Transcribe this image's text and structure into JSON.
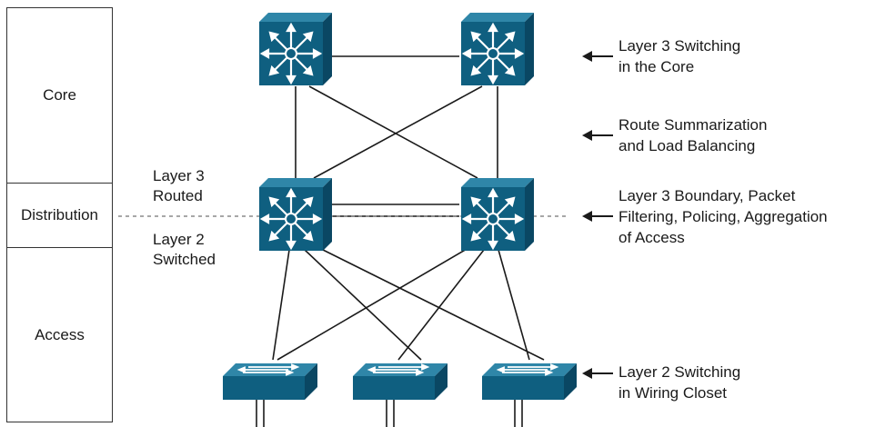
{
  "tiers": [
    {
      "id": "core",
      "label": "Core"
    },
    {
      "id": "distribution",
      "label": "Distribution"
    },
    {
      "id": "access",
      "label": "Access"
    }
  ],
  "boundary_labels": {
    "above": "Layer 3\nRouted",
    "below": "Layer 2\nSwitched"
  },
  "annotations": [
    {
      "id": "core",
      "text": "Layer 3 Switching\nin the Core"
    },
    {
      "id": "summary",
      "text": "Route Summarization\nand Load Balancing"
    },
    {
      "id": "boundary",
      "text": "Layer 3 Boundary, Packet\nFiltering, Policing, Aggregation\nof Access"
    },
    {
      "id": "access",
      "text": "Layer 2 Switching\nin Wiring Closet"
    }
  ],
  "colors": {
    "device": "#0f5f80",
    "device_dark": "#0a4763",
    "device_light": "#2f86a8",
    "line": "#1a1a1a",
    "dashed": "#8a8a8a"
  },
  "icons": {
    "layer3_switch": "multilayer-switch-icon",
    "layer2_switch": "workgroup-switch-icon",
    "arrow": "arrow-left-icon"
  }
}
